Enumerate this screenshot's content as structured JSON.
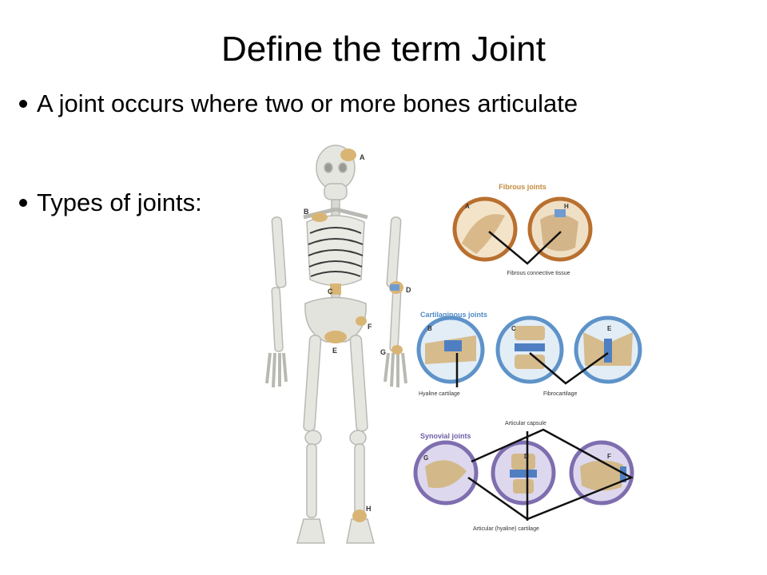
{
  "slide": {
    "title": "Define the term Joint",
    "bullets": [
      "A joint occurs where two or more bones articulate",
      "Types of joints:"
    ]
  },
  "figure": {
    "skeleton_labels": [
      "A",
      "B",
      "C",
      "D",
      "E",
      "F",
      "G",
      "H"
    ],
    "fibrous": {
      "heading": "Fibrous joints",
      "labels": [
        "A",
        "H"
      ],
      "caption": "Fibrous connective tissue"
    },
    "cartilaginous": {
      "heading": "Cartilaginous joints",
      "labels": [
        "B",
        "C",
        "E"
      ],
      "caption_left": "Hyaline cartilage",
      "caption_right": "Fibrocartilage"
    },
    "synovial": {
      "heading": "Synovial joints",
      "labels": [
        "G",
        "D",
        "F"
      ],
      "caption_top": "Articular capsule",
      "caption_bottom": "Articular (hyaline) cartilage"
    }
  }
}
